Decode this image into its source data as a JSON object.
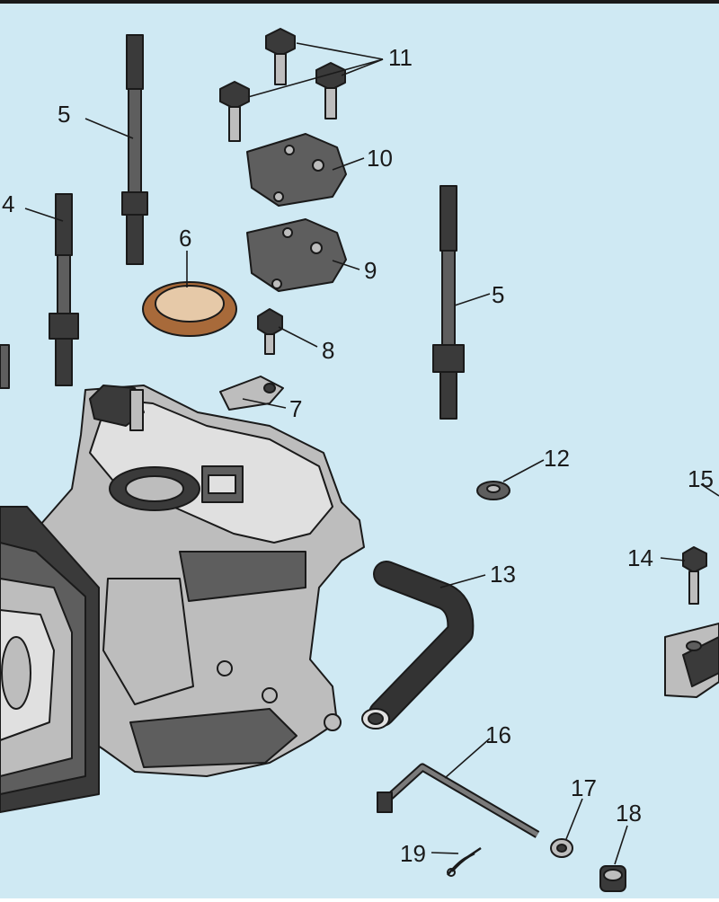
{
  "figure": {
    "background_color": "#cfe9f3",
    "callouts": {
      "c4": "4",
      "c5_left": "5",
      "c5_right": "5",
      "c6": "6",
      "c7": "7",
      "c8": "8",
      "c9": "9",
      "c10": "10",
      "c11": "11",
      "c12": "12",
      "c13": "13",
      "c14": "14",
      "c15": "15",
      "c16": "16",
      "c17": "17",
      "c18": "18",
      "c19": "19"
    }
  }
}
